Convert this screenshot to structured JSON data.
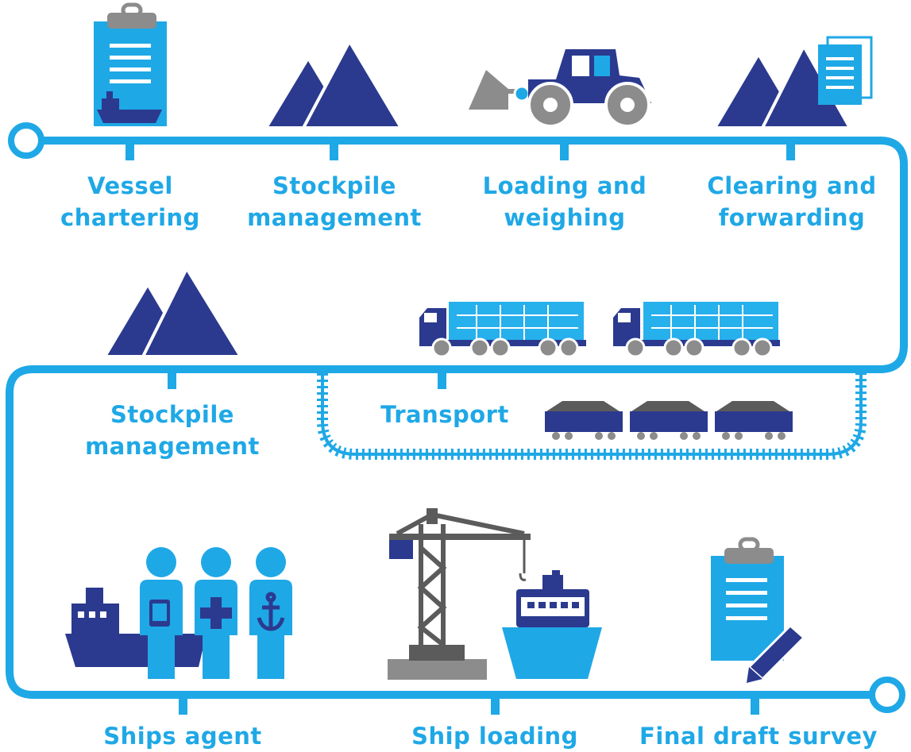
{
  "colors": {
    "line": "#1fa8e6",
    "light": "#26b0ec",
    "navy": "#2b3a8f",
    "grey": "#8c8c8c",
    "coal": "#5b5b5b",
    "white": "#ffffff"
  },
  "stages": {
    "vessel_chartering": {
      "line1": "Vessel",
      "line2": "chartering",
      "icon": "clipboard-ship-icon"
    },
    "stockpile_management_1": {
      "line1": "Stockpile",
      "line2": "management",
      "icon": "mountains-icon"
    },
    "loading_weighing": {
      "line1": "Loading and",
      "line2": "weighing",
      "icon": "loader-tractor-icon"
    },
    "clearing_forwarding": {
      "line1": "Clearing and",
      "line2": "forwarding",
      "icon": "mountains-documents-icon"
    },
    "stockpile_management_2": {
      "line1": "Stockpile",
      "line2": "management",
      "icon": "mountains-icon"
    },
    "transport": {
      "line1": "Transport",
      "icon": "trucks-train-icon"
    },
    "ships_agent": {
      "line1": "Ships agent",
      "icon": "ship-agents-icon"
    },
    "ship_loading": {
      "line1": "Ship loading",
      "icon": "crane-ship-icon"
    },
    "final_draft_survey": {
      "line1": "Final draft survey",
      "icon": "clipboard-pen-icon"
    }
  }
}
